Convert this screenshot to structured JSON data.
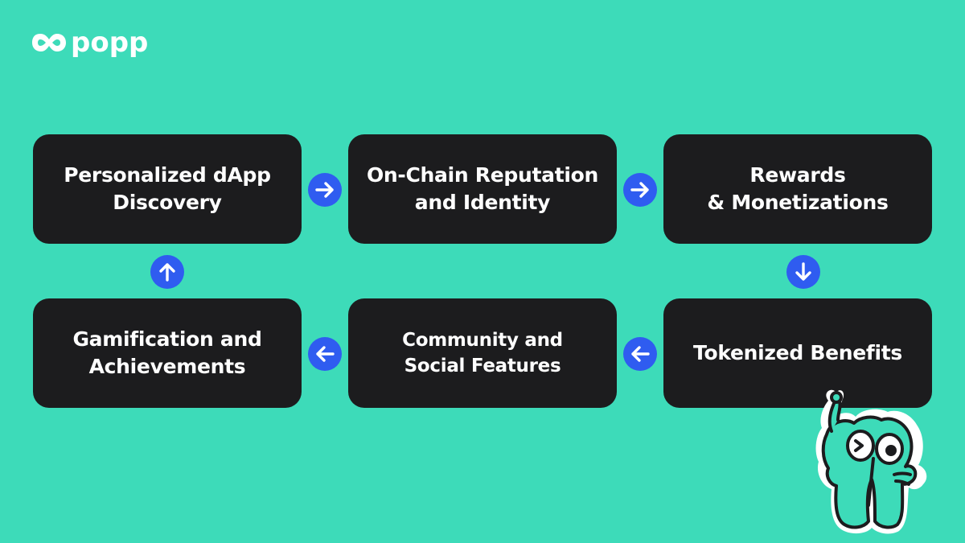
{
  "brand": {
    "name": "popp",
    "logo_icon": "infinity-loop-icon",
    "background_color": "#3ddbb9",
    "box_color": "#1c1c1e",
    "arrow_color": "#2f5cf0",
    "text_color": "#ffffff"
  },
  "flow": {
    "steps": [
      {
        "label": "Personalized dApp\nDiscovery"
      },
      {
        "label": "On-Chain Reputation\nand Identity"
      },
      {
        "label": "Rewards\n& Monetizations"
      },
      {
        "label": "Tokenized Benefits"
      },
      {
        "label": "Community and\nSocial Features"
      },
      {
        "label": "Gamification and\nAchievements"
      }
    ],
    "arrows": [
      {
        "icon": "arrow-right-icon",
        "direction": "right"
      },
      {
        "icon": "arrow-right-icon",
        "direction": "right"
      },
      {
        "icon": "arrow-down-icon",
        "direction": "down"
      },
      {
        "icon": "arrow-left-icon",
        "direction": "left"
      },
      {
        "icon": "arrow-left-icon",
        "direction": "left"
      },
      {
        "icon": "arrow-up-icon",
        "direction": "up"
      }
    ]
  },
  "mascot": {
    "icon": "mascot-character-icon"
  }
}
